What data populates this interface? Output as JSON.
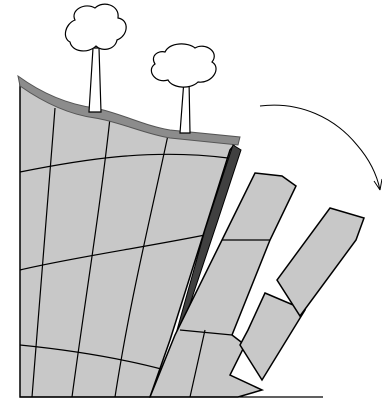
{
  "diagram": {
    "type": "toppling-rock-blocks",
    "colors": {
      "rock_fill": "#c8c8c8",
      "soil_layer": "#8c8c8c",
      "crack": "#404040",
      "outline": "#000000",
      "background": "#ffffff",
      "tree_crown": "#ffffff"
    },
    "elements": {
      "trees": 2,
      "toppled_blocks": 3,
      "rotation_arrow": "clockwise"
    }
  }
}
